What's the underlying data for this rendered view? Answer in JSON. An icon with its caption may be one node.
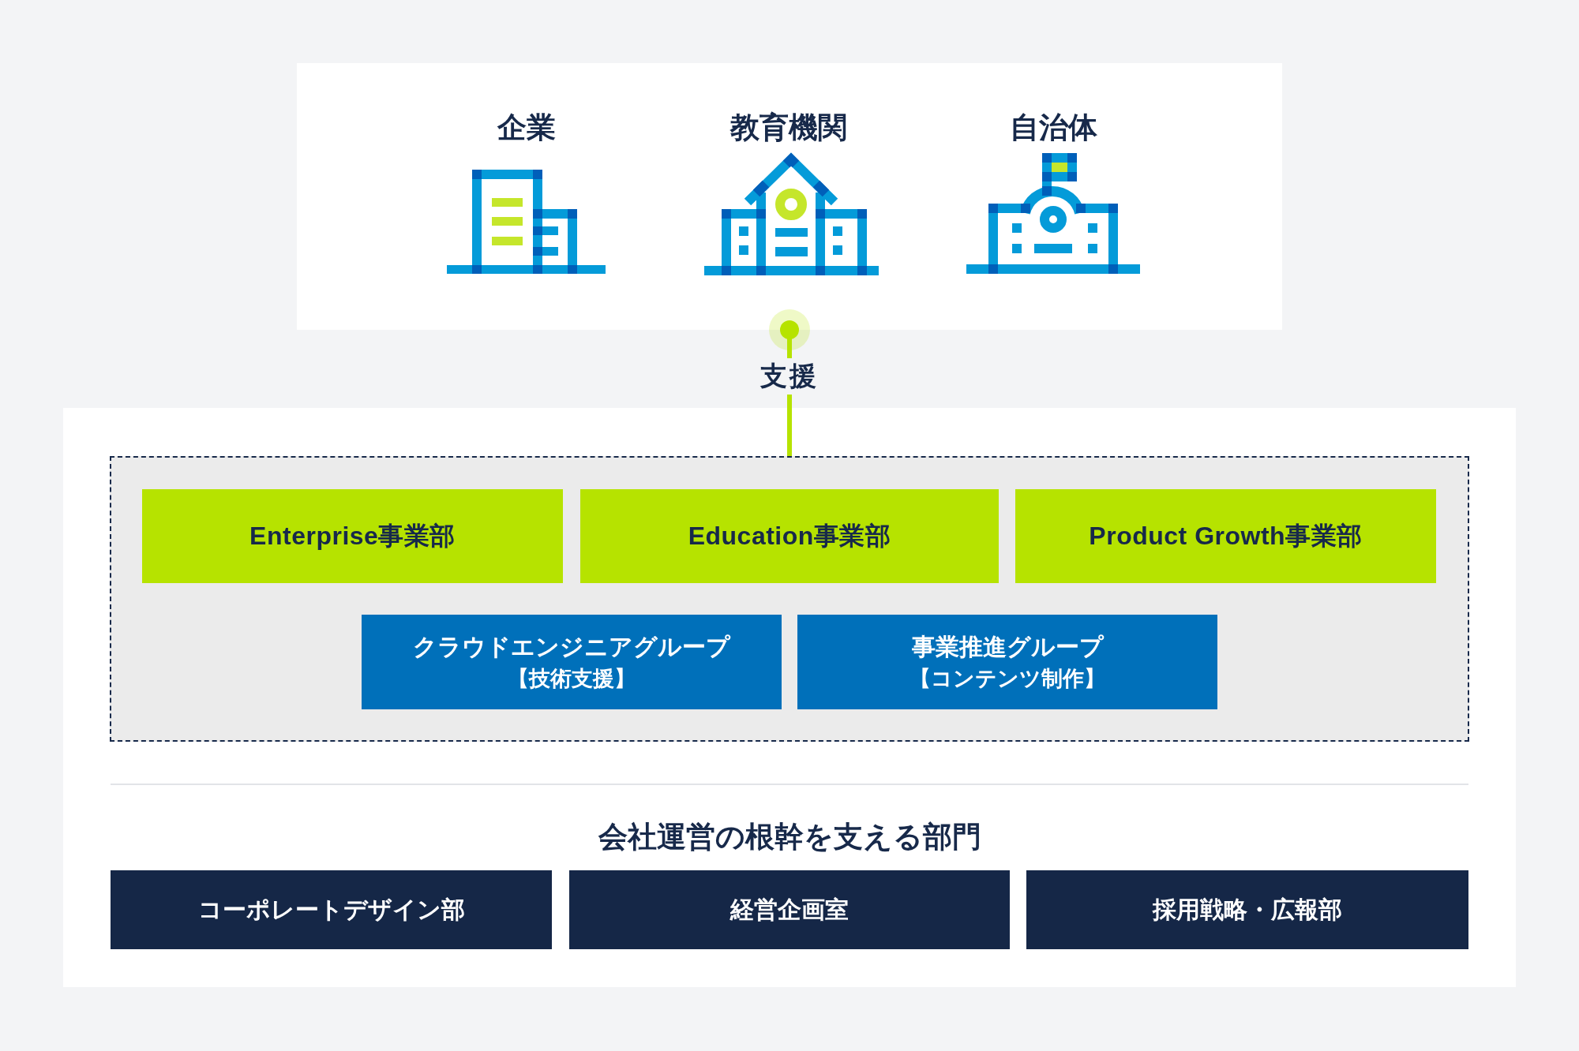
{
  "diagram": {
    "nodes": [
      {
        "text": [],
        "shape": "box"
      },
      {
        "text": [
          "企業"
        ],
        "in": 0
      },
      {
        "text": [
          "教育機関"
        ],
        "in": 0
      },
      {
        "text": [
          "自治体"
        ],
        "in": 0
      },
      {
        "text": [],
        "shape": "box"
      },
      {
        "text": [],
        "shape": "box",
        "in": 4
      },
      {
        "text": [
          "Enterprise事業部"
        ],
        "in": 5
      },
      {
        "text": [
          "Education事業部"
        ],
        "in": 5
      },
      {
        "text": [
          "Product Growth事業部"
        ],
        "in": 5
      },
      {
        "text": [
          "クラウドエンジニアグループ",
          "【技術支援】"
        ],
        "in": 5
      },
      {
        "text": [
          "事業推進グループ",
          "【コンテンツ制作】"
        ],
        "in": 5
      },
      {
        "text": [
          "コーポレートデザイン部"
        ],
        "in": 4
      },
      {
        "text": [
          "経営企画室"
        ],
        "in": 4
      },
      {
        "text": [
          "採用戦略・広報部"
        ],
        "in": 4
      }
    ],
    "edges": [
      {
        "from": 0,
        "to": 5,
        "arrow": "other",
        "label": "支援"
      }
    ],
    "labels": [
      "会社運営の根幹を支える部門"
    ]
  }
}
